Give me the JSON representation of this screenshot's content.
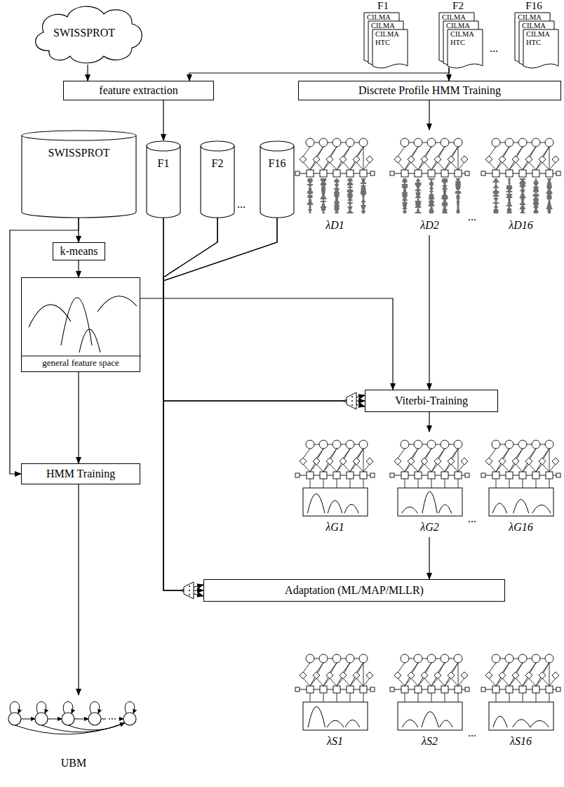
{
  "diagram": {
    "nodes": [
      {
        "text": [
          "SWISSPROT"
        ]
      },
      {
        "text": [
          "F1",
          "CILMA",
          "CILMA",
          "CILMA HTC"
        ]
      },
      {
        "text": [
          "F2",
          "CILMA",
          "CILMA",
          "CILMA HTC"
        ]
      },
      {
        "text": [
          "F16",
          "CILMA",
          "CILMA",
          "CILMA HTC"
        ]
      },
      {
        "text": [
          "feature extraction"
        ]
      },
      {
        "text": [
          "Discrete Profile HMM Training"
        ]
      },
      {
        "text": [
          "SWISSPROT"
        ]
      },
      {
        "text": [
          "F1"
        ]
      },
      {
        "text": [
          "F2"
        ]
      },
      {
        "text": [
          "F16"
        ]
      },
      {
        "text": [
          "λD1"
        ]
      },
      {
        "text": [
          "λD2"
        ]
      },
      {
        "text": [
          "λD16"
        ]
      },
      {
        "text": [
          "k-means"
        ]
      },
      {
        "text": [
          "general feature space"
        ]
      },
      {
        "text": [
          "Viterbi-Training"
        ]
      },
      {
        "text": [
          "λG1"
        ]
      },
      {
        "text": [
          "λG2"
        ]
      },
      {
        "text": [
          "λG16"
        ]
      },
      {
        "text": [
          "HMM Training"
        ]
      },
      {
        "text": [
          "Adaptation (ML/MAP/MLLR)"
        ]
      },
      {
        "text": [
          "λS1"
        ]
      },
      {
        "text": [
          "λS2"
        ]
      },
      {
        "text": [
          "λS16"
        ]
      },
      {
        "text": [
          "UBM"
        ]
      }
    ],
    "edges": [
      {
        "from": 0,
        "to": 4,
        "arrow": "to"
      },
      {
        "from": 2,
        "to": 4,
        "arrow": "to"
      },
      {
        "from": 2,
        "to": 5,
        "arrow": "to"
      },
      {
        "from": 4,
        "to": 7,
        "arrow": "to"
      },
      {
        "from": 5,
        "to": 11,
        "arrow": "to"
      },
      {
        "from": 6,
        "to": 13,
        "arrow": "to"
      },
      {
        "from": 6,
        "to": 19,
        "arrow": "to"
      },
      {
        "from": 13,
        "to": 14,
        "arrow": "to"
      },
      {
        "from": 14,
        "to": 15,
        "arrow": "to"
      },
      {
        "from": 14,
        "to": 19,
        "arrow": "to"
      },
      {
        "from": 11,
        "to": 15,
        "arrow": "to"
      },
      {
        "from": 7,
        "to": 15,
        "arrow": "to"
      },
      {
        "from": 8,
        "to": 15,
        "arrow": "to"
      },
      {
        "from": 9,
        "to": 15,
        "arrow": "to"
      },
      {
        "from": 7,
        "to": 20,
        "arrow": "to"
      },
      {
        "from": 8,
        "to": 20,
        "arrow": "to"
      },
      {
        "from": 9,
        "to": 20,
        "arrow": "to"
      },
      {
        "from": 15,
        "to": 17,
        "arrow": "to"
      },
      {
        "from": 17,
        "to": 20,
        "arrow": "to"
      },
      {
        "from": 19,
        "to": 24,
        "arrow": "to"
      }
    ],
    "labels": [
      "...",
      "...",
      "...",
      "...",
      "..."
    ]
  }
}
